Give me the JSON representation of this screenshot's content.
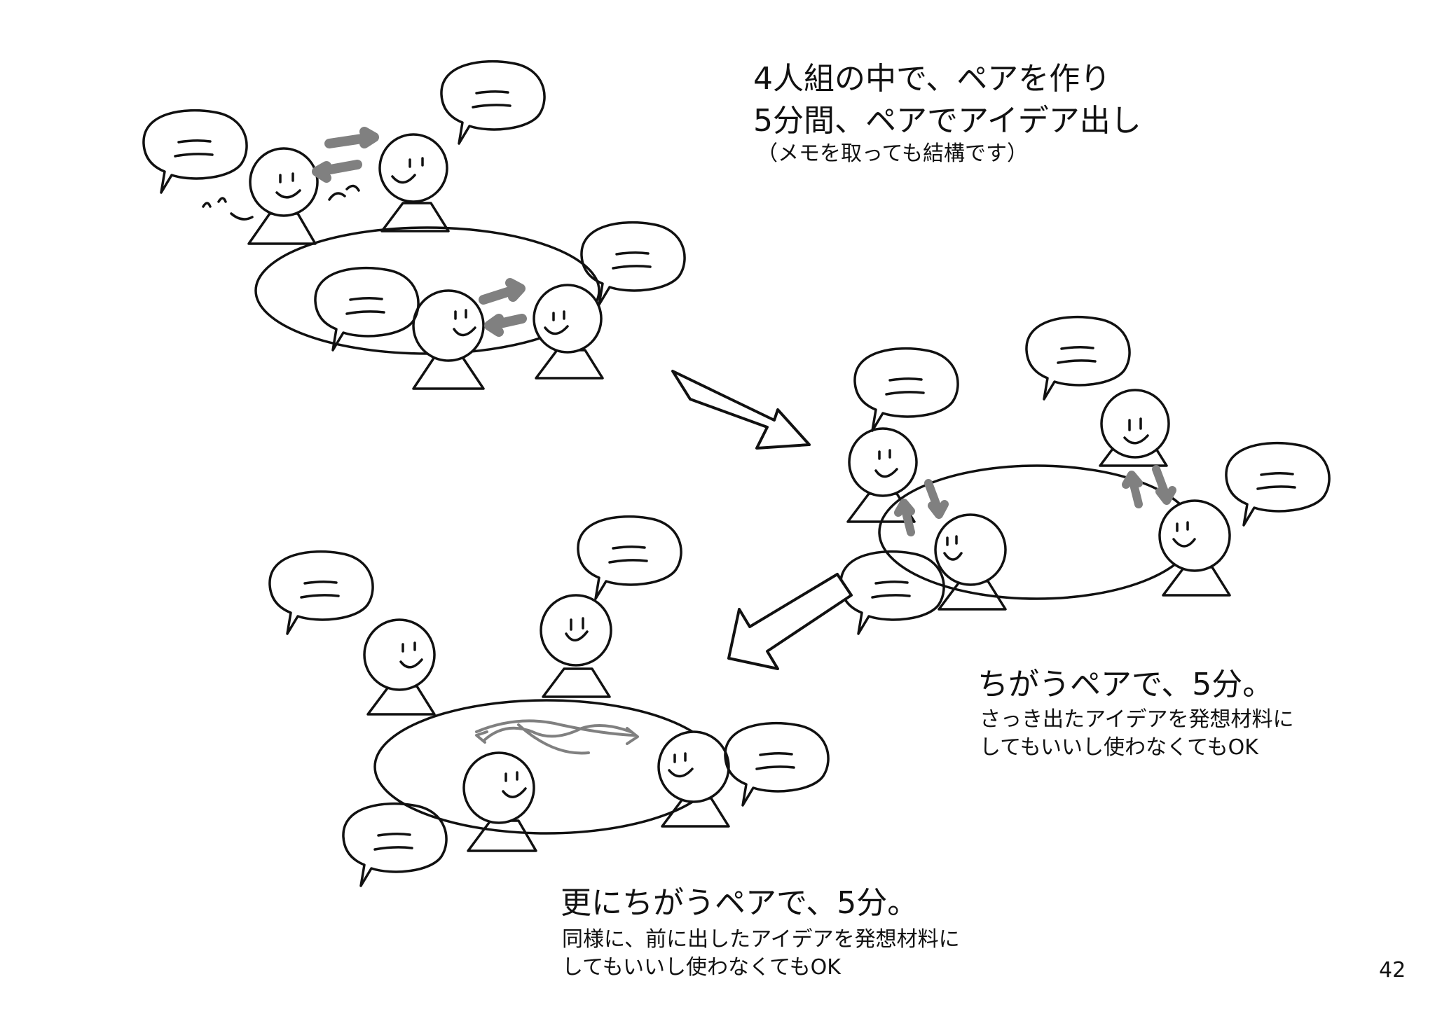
{
  "step1": {
    "title_line1": "4人組の中で、ペアを作り",
    "title_line2": "5分間、ペアでアイデア出し",
    "note": "（メモを取っても結構です）"
  },
  "step2": {
    "title": "ちがうペアで、5分。",
    "note_line1": "さっき出たアイデアを発想材料に",
    "note_line2": "してもいいし使わなくてもOK"
  },
  "step3": {
    "title": "更にちがうペアで、5分。",
    "note_line1": "同様に、前に出したアイデアを発想材料に",
    "note_line2": "してもいいし使わなくてもOK"
  },
  "page_number": "42",
  "colors": {
    "line": "#111111",
    "pair_arrow": "#808080",
    "background": "#ffffff"
  },
  "icons": [
    "person-icon",
    "speech-bubble-icon",
    "pair-arrow-icon",
    "flow-arrow-icon",
    "table-icon"
  ]
}
